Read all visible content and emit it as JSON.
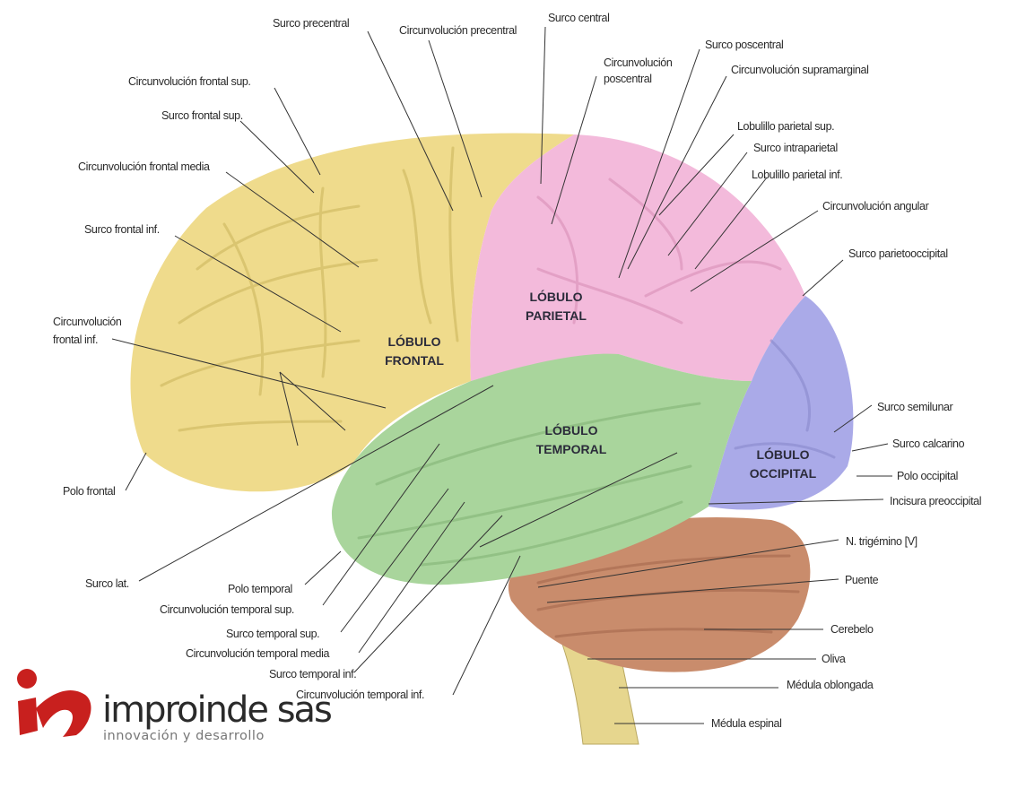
{
  "colors": {
    "frontal": "#efdb8c",
    "parietal": "#f3badb",
    "temporal": "#a9d59c",
    "occipital": "#aaaae8",
    "cerebellum": "#c98c6c",
    "brainstem": "#e6d68e",
    "logo_red": "#c8201e"
  },
  "lobes": {
    "frontal": [
      "LÓBULO",
      "FRONTAL"
    ],
    "parietal": [
      "LÓBULO",
      "PARIETAL"
    ],
    "temporal": [
      "LÓBULO",
      "TEMPORAL"
    ],
    "occipital": [
      "LÓBULO",
      "OCCIPITAL"
    ]
  },
  "labels": {
    "surco_precentral": "Surco precentral",
    "circ_precentral": "Circunvolución precentral",
    "surco_central": "Surco central",
    "circ_poscentral_1": "Circunvolución",
    "circ_poscentral_2": "poscentral",
    "surco_poscentral": "Surco poscentral",
    "circ_supramarginal": "Circunvolución  supramarginal",
    "lob_parietal_sup": "Lobulillo parietal sup.",
    "surco_intraparietal": "Surco intraparietal",
    "lob_parietal_inf": "Lobulillo parietal inf.",
    "circ_angular": "Circunvolución angular",
    "surco_parietooccipital": "Surco parietooccipital",
    "circ_frontal_sup": "Circunvolución frontal sup.",
    "surco_frontal_sup": "Surco frontal sup.",
    "circ_frontal_media": "Circunvolución frontal media",
    "surco_frontal_inf": "Surco frontal inf.",
    "circ_frontal_inf_1": "Circunvolución",
    "circ_frontal_inf_2": "frontal inf.",
    "polo_frontal": "Polo frontal",
    "surco_lat": "Surco lat.",
    "polo_temporal": "Polo temporal",
    "circ_temporal_sup": "Circunvolución temporal sup.",
    "surco_temporal_sup": "Surco temporal sup.",
    "circ_temporal_media": "Circunvolución temporal media",
    "surco_temporal_inf": "Surco temporal inf.",
    "circ_temporal_inf": "Circunvolución temporal inf.",
    "surco_semilunar": "Surco semilunar",
    "surco_calcarino": "Surco calcarino",
    "polo_occipital": "Polo occipital",
    "incisura_preoccipital": "Incisura preoccipital",
    "n_trigemino": "N. trigémino [V]",
    "puente": "Puente",
    "cerebelo": "Cerebelo",
    "oliva": "Oliva",
    "medula_oblongada": "Médula oblongada",
    "medula_espinal": "Médula espinal"
  },
  "logo": {
    "name": "improinde sas",
    "tagline": "innovación y desarrollo"
  }
}
